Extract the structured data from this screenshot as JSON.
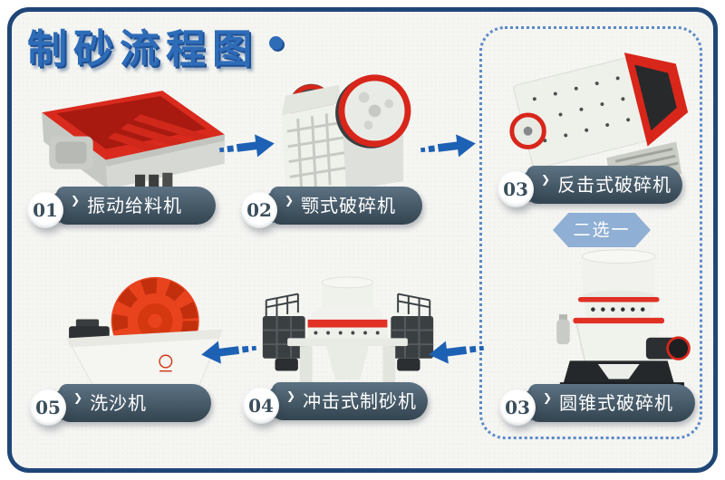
{
  "header": {
    "title": "制砂流程图"
  },
  "flow": {
    "chevron": "❯",
    "choice_badge": "二选一",
    "steps": [
      {
        "number": "01",
        "label": "振动给料机",
        "machine": "vibrating-feeder"
      },
      {
        "number": "02",
        "label": "颚式破碎机",
        "machine": "jaw-crusher"
      },
      {
        "number": "03",
        "label": "反击式破碎机",
        "machine": "impact-crusher"
      },
      {
        "number": "03",
        "label": "圆锥式破碎机",
        "machine": "cone-crusher"
      },
      {
        "number": "04",
        "label": "冲击式制砂机",
        "machine": "vsi-sand-maker"
      },
      {
        "number": "05",
        "label": "洗沙机",
        "machine": "sand-washer"
      }
    ]
  },
  "colors": {
    "accent_blue": "#2e6cb8",
    "arrow_blue": "#1d61b4",
    "frame_navy": "#1f4677",
    "pill_dark_top": "#5d7283",
    "pill_dark_bottom": "#33444f",
    "choice_hexagon_blue": "#8fafd4",
    "dashed_box_blue": "#5b8ac8",
    "machine_red": "#d8261a"
  }
}
